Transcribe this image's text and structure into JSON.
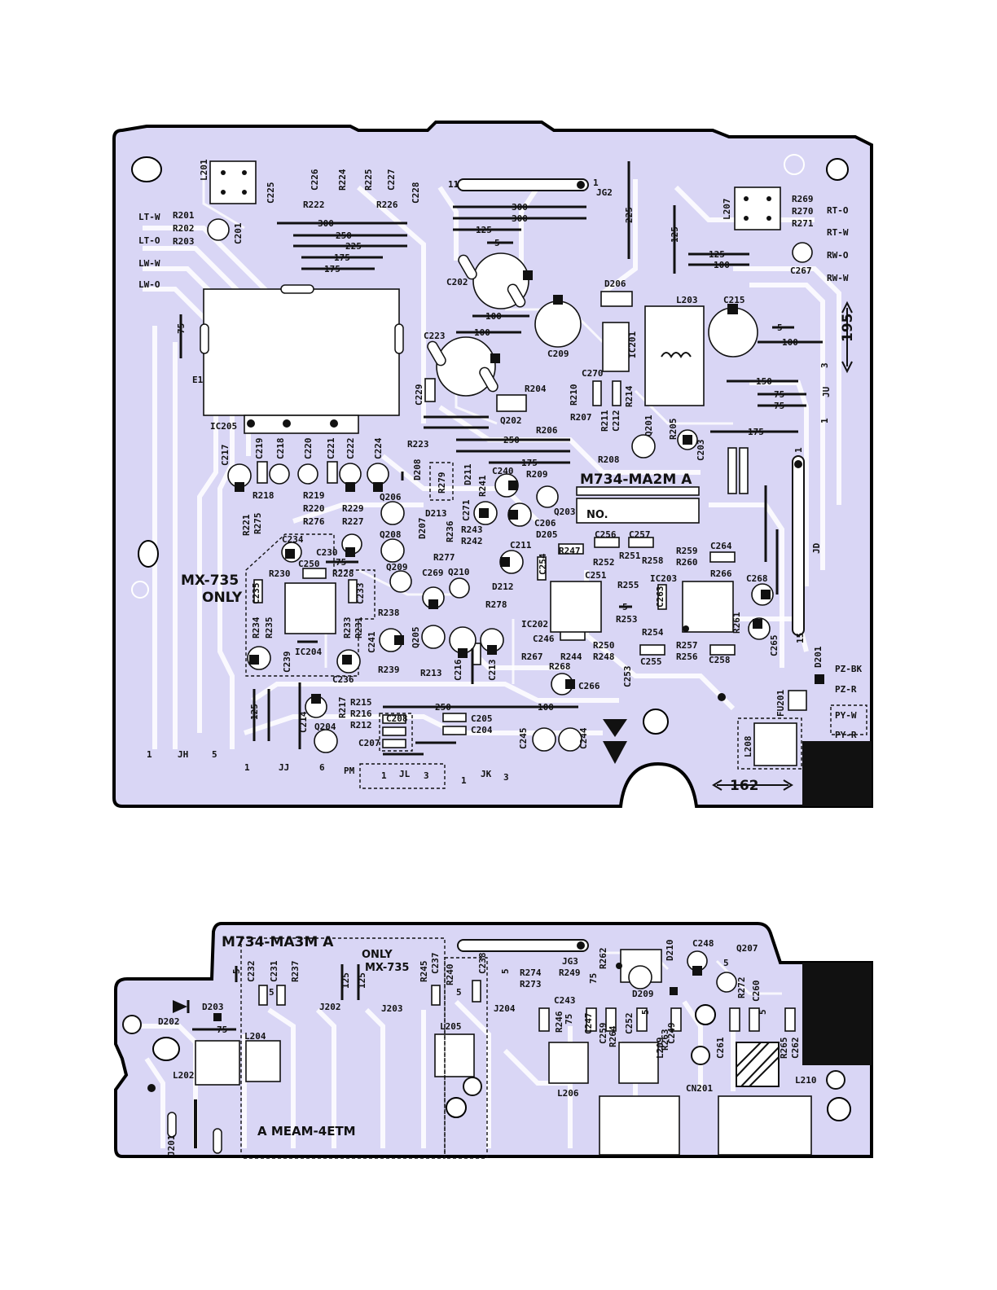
{
  "board_a": {
    "model": "M734-MA2M A",
    "no_label": "NO.",
    "variant_note": [
      "MX-735",
      "ONLY"
    ],
    "dimensions": [
      "300",
      "300",
      "300",
      "250",
      "250",
      "250",
      "225",
      "225",
      "175",
      "175",
      "175",
      "175",
      "150",
      "125",
      "125",
      "125",
      "125",
      "100",
      "100",
      "100",
      "100",
      "100",
      "75",
      "75",
      "75",
      "75",
      "5",
      "5",
      "5",
      "195",
      "162"
    ],
    "edge_labels_left": [
      "LT-W",
      "LT-O",
      "LW-W",
      "LW-O"
    ],
    "edge_labels_right": [
      "RT-O",
      "RT-W",
      "RW-O",
      "RW-W"
    ],
    "wire_labels": [
      "PZ-BK",
      "PZ-R",
      "PY-W",
      "PY-R"
    ],
    "connectors": [
      "JH",
      "JJ",
      "PM",
      "JL",
      "JK",
      "JU",
      "JD",
      "JG2",
      "E1"
    ],
    "pin_numbers": [
      "1",
      "5",
      "1",
      "6",
      "1",
      "3",
      "1",
      "3",
      "3",
      "1",
      "1",
      "15",
      "11",
      "1"
    ],
    "components": [
      "L201",
      "C225",
      "C226",
      "R222",
      "R224",
      "R225",
      "C227",
      "R226",
      "C228",
      "R201",
      "R202",
      "R203",
      "C201",
      "IC205",
      "C202",
      "C223",
      "C209",
      "D206",
      "L203",
      "C215",
      "IC201",
      "C270",
      "R210",
      "R211",
      "C212",
      "R214",
      "R204",
      "Q202",
      "C229",
      "R207",
      "R206",
      "R205",
      "Q201",
      "C203",
      "R208",
      "C217",
      "C219",
      "C218",
      "C220",
      "C221",
      "C222",
      "C224",
      "R223",
      "D208",
      "D211",
      "R279",
      "C240",
      "R209",
      "R241",
      "R218",
      "R219",
      "R220",
      "R276",
      "R229",
      "R227",
      "Q206",
      "D213",
      "D207",
      "R236",
      "C271",
      "R243",
      "R242",
      "C206",
      "Q203",
      "D205",
      "C211",
      "R221",
      "R275",
      "C234",
      "C230",
      "C250",
      "Q208",
      "Q209",
      "R277",
      "R230",
      "R228",
      "C269",
      "Q210",
      "D212",
      "R278",
      "C254",
      "R247",
      "C256",
      "C257",
      "R252",
      "R251",
      "R258",
      "R259",
      "R260",
      "C264",
      "R266",
      "C251",
      "R255",
      "IC203",
      "C263",
      "C268",
      "C235",
      "C233",
      "IC204",
      "IC202",
      "R253",
      "R234",
      "R235",
      "R233",
      "R231",
      "C241",
      "R238",
      "Q205",
      "C216",
      "C213",
      "C246",
      "R254",
      "R261",
      "C265",
      "R250",
      "R248",
      "R257",
      "R256",
      "C258",
      "C255",
      "C239",
      "R239",
      "R213",
      "R267",
      "R244",
      "C236",
      "C253",
      "R268",
      "C266",
      "D201",
      "FU201",
      "C214",
      "R217",
      "R215",
      "R216",
      "R212",
      "C208",
      "C207",
      "C205",
      "C204",
      "Q204",
      "C245",
      "C244",
      "L208",
      "L207",
      "R269",
      "R270",
      "R271",
      "C267"
    ]
  },
  "board_b": {
    "model": "M734-MA3M A",
    "model_back": "A MEAM-4ETM",
    "variant_note": [
      "MX-735",
      "ONLY"
    ],
    "dimensions": [
      "5",
      "5",
      "5",
      "5",
      "5",
      "5",
      "5",
      "75",
      "75",
      "75",
      "125",
      "125"
    ],
    "connectors": [
      "JG3",
      "J201",
      "J202",
      "J203",
      "J204",
      "CN201"
    ],
    "components": [
      "C232",
      "C231",
      "R237",
      "R245",
      "C237",
      "R240",
      "C238",
      "R273",
      "R274",
      "R249",
      "C243",
      "R246",
      "C247",
      "C259",
      "R262",
      "R264",
      "C252",
      "D210",
      "D209",
      "C248",
      "Q207",
      "R272",
      "C260",
      "C249",
      "R263",
      "C261",
      "R265",
      "C262",
      "D202",
      "D203",
      "L202",
      "L204",
      "L205",
      "L206",
      "L209",
      "L210"
    ]
  },
  "colors": {
    "board": "#d9d6f5",
    "copper": "#ffffff",
    "ink": "#111111"
  }
}
